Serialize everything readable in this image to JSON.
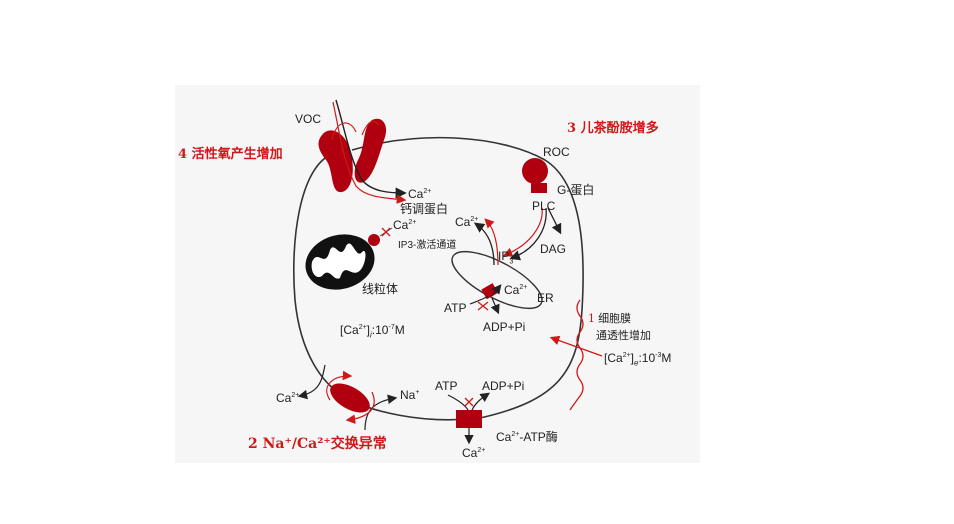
{
  "labels": {
    "voc": "VOC",
    "roc": "ROC",
    "g_protein": "G-蛋白",
    "plc": "PLC",
    "ca": "Ca",
    "ca_sup": "2+",
    "calmodulin": "钙调蛋白",
    "ip3_channel": "IP3-激活通道",
    "mitochondria": "线粒体",
    "ip3": "IP",
    "ip3_sub": "3",
    "dag": "DAG",
    "er": "ER",
    "atp": "ATP",
    "adp_pi": "ADP+Pi",
    "ca_i": "[Ca",
    "ca_i_rest": "]",
    "ca_i_sub": "i",
    "ca_i_val": ":10",
    "exp_i": "-7",
    "m": "M",
    "ca_e_sub": "e",
    "ca_e_val": ":10",
    "exp_e": "-3",
    "na": "Na",
    "na_sup": "+",
    "ca_atpase": "-ATP酶",
    "membrane_perm_1": "细胞膜",
    "membrane_perm_2": "通透性增加",
    "membrane_perm_num": "1"
  },
  "annotations": {
    "a1": "4 活性氧产生增加",
    "a2": "3 儿茶酚胺增多",
    "a3": "2 Na⁺/Ca²⁺交换异常"
  },
  "colors": {
    "accent": "#b00010",
    "annotation": "#d01818",
    "line": "#333333"
  }
}
